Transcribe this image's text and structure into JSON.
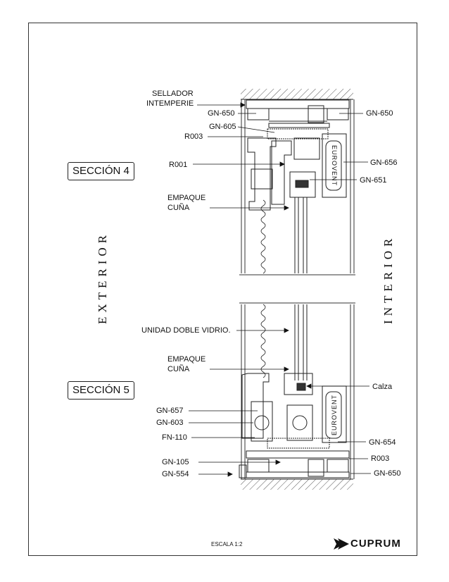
{
  "sections": {
    "s4": "SECCIÓN 4",
    "s5": "SECCIÓN 5"
  },
  "sides": {
    "exterior": "EXTERIOR",
    "interior": "INTERIOR"
  },
  "labels": {
    "sellador_1": "SELLADOR",
    "sellador_2": "INTEMPERIE",
    "gn650_a": "GN-650",
    "gn650_b": "GN-650",
    "gn605": "GN-605",
    "r003_a": "R003",
    "r001": "R001",
    "gn656": "GN-656",
    "gn651": "GN-651",
    "empaque_a1": "EMPAQUE",
    "empaque_a2": "CUÑA",
    "unidad": "UNIDAD DOBLE VIDRIO.",
    "empaque_b1": "EMPAQUE",
    "empaque_b2": "CUÑA",
    "calza": "Calza",
    "gn657": "GN-657",
    "gn603": "GN-603",
    "fn110": "FN-110",
    "gn654": "GN-654",
    "gn105": "GN-105",
    "r003_b": "R003",
    "gn554": "GN-554",
    "gn650_c": "GN-650"
  },
  "profile_mark": "EUROVENT",
  "footer": {
    "scale": "ESCALA 1:2",
    "brand": "CUPRUM"
  }
}
